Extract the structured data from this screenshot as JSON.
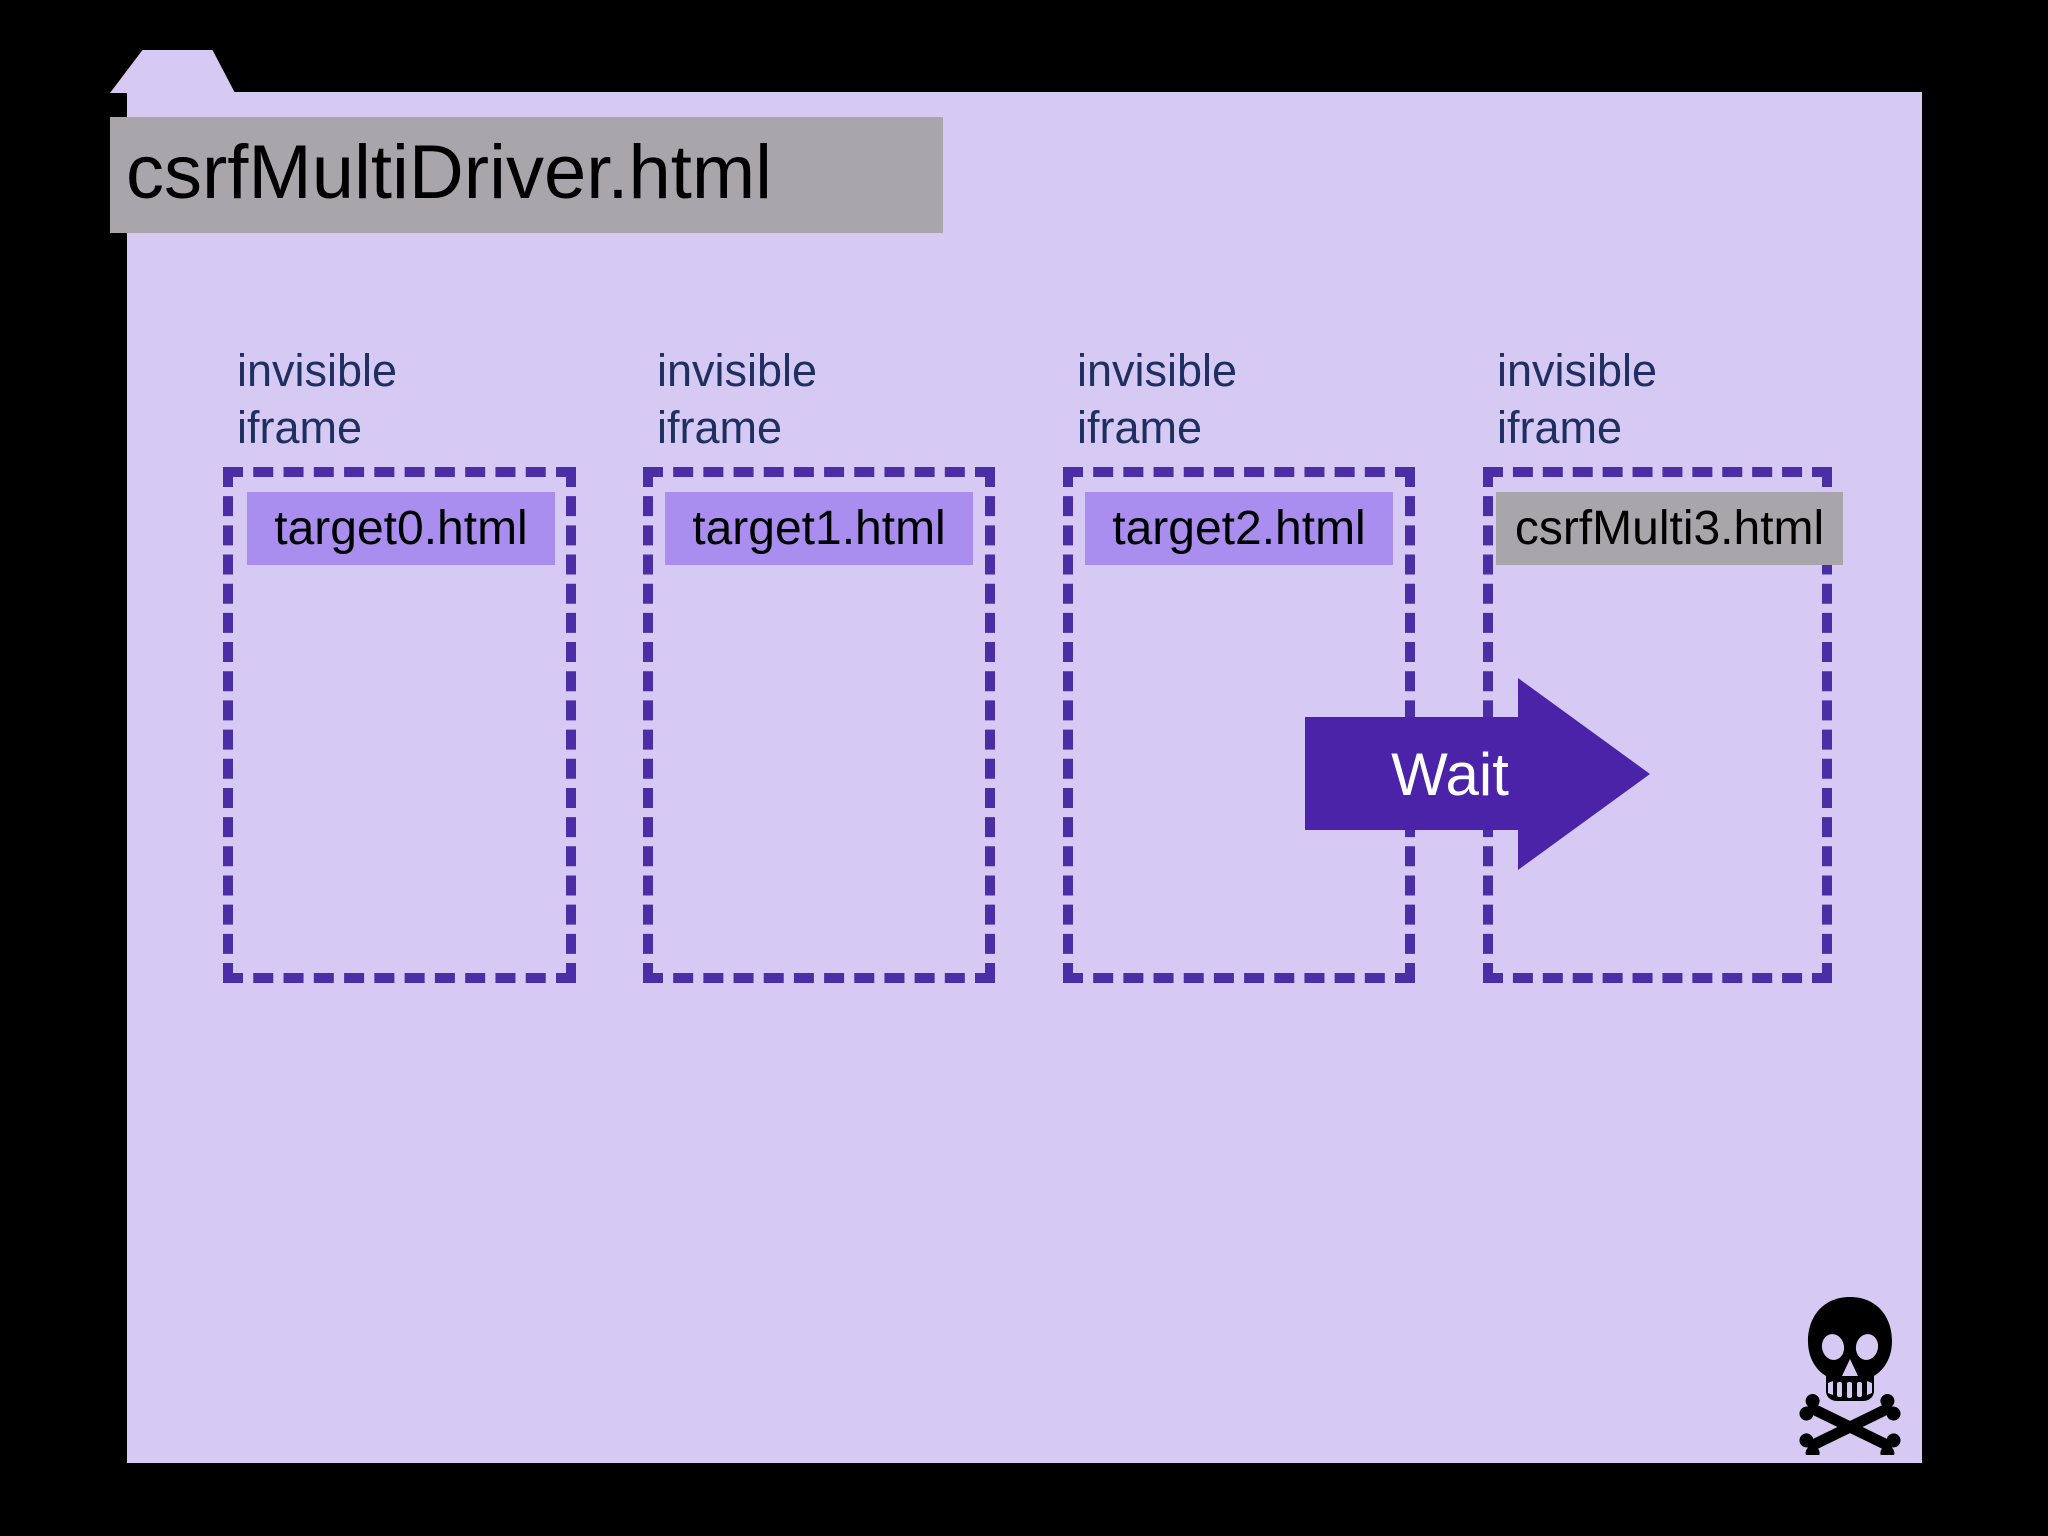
{
  "title": "csrfMultiDriver.html",
  "iframes": [
    {
      "caption_line1": "invisible",
      "caption_line2": "iframe",
      "file": "target0.html",
      "label_style": "purple"
    },
    {
      "caption_line1": "invisible",
      "caption_line2": "iframe",
      "file": "target1.html",
      "label_style": "purple"
    },
    {
      "caption_line1": "invisible",
      "caption_line2": "iframe",
      "file": "target2.html",
      "label_style": "purple"
    },
    {
      "caption_line1": "invisible",
      "caption_line2": "iframe",
      "file": "csrfMulti3.html",
      "label_style": "gray"
    }
  ],
  "arrow": {
    "label": "Wait"
  },
  "icons": {
    "bottom_right": "skull-and-crossbones-icon"
  },
  "colors": {
    "bg": "#000000",
    "folder": "#d6caf4",
    "gray": "#a8a6aa",
    "purple-label": "#a98ef0",
    "dash": "#4b2da6",
    "arrow": "#4b23a8",
    "navy": "#1f2f60",
    "arrow-text": "#ffffff",
    "label-text": "#000000"
  }
}
